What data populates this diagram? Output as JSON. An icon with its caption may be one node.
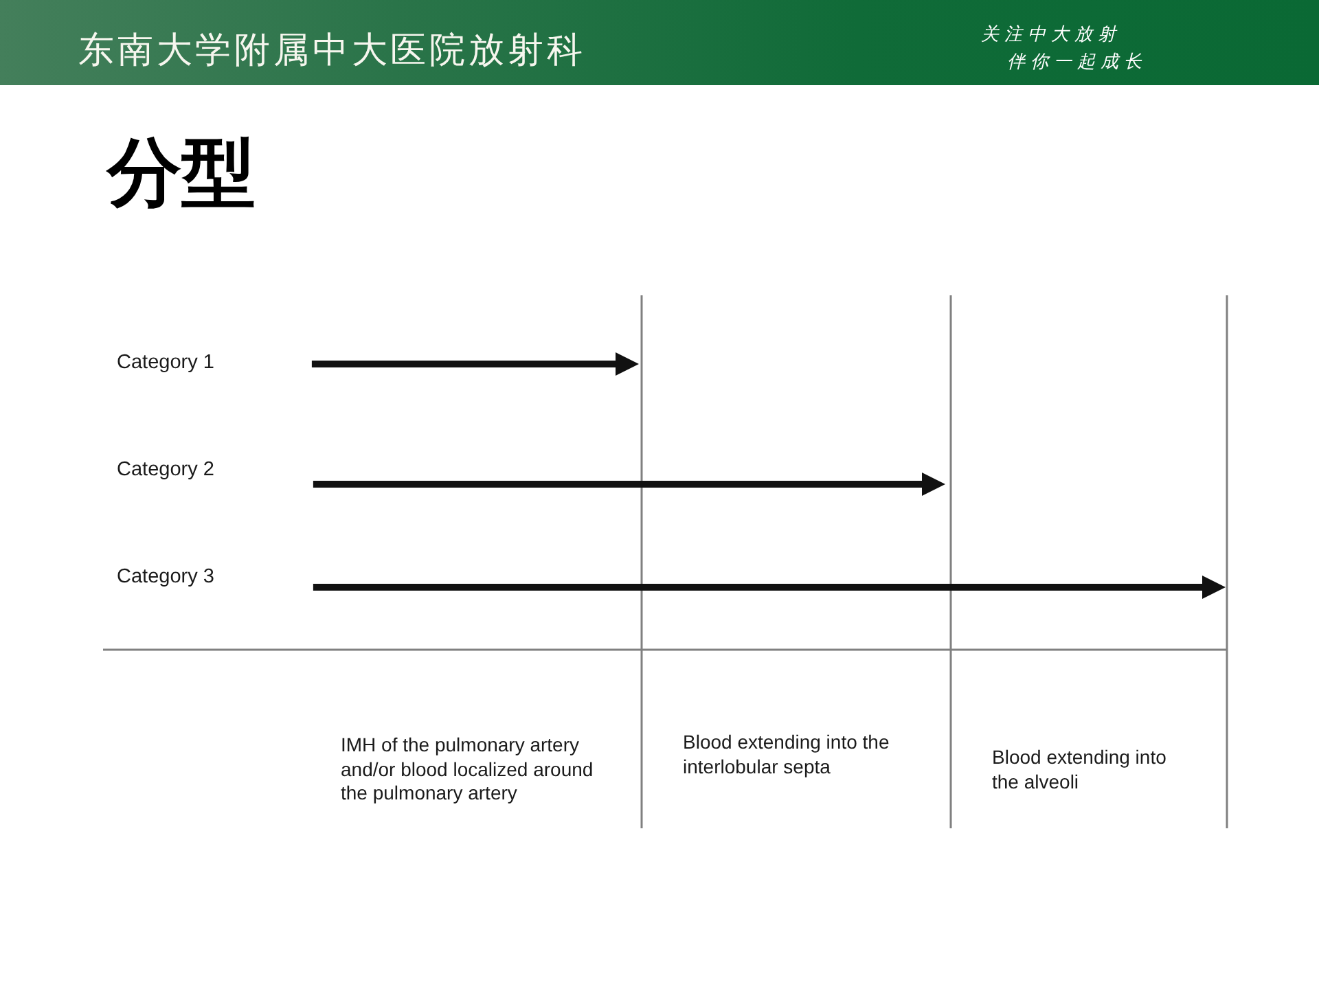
{
  "diagram": {
    "title": "分型",
    "nodes": [
      {
        "text": [
          "Category 1"
        ]
      },
      {
        "text": [
          "Category 2"
        ]
      },
      {
        "text": [
          "Category 3"
        ]
      }
    ],
    "edges": [
      {
        "from": 0,
        "to": null,
        "arrow": "to"
      },
      {
        "from": 1,
        "to": null,
        "arrow": "to"
      },
      {
        "from": 2,
        "to": null,
        "arrow": "to"
      }
    ],
    "labels": [
      "东南大学附属中大医院放射科",
      "关注中大放射",
      "伴你一起成长",
      "IMH of the pulmonary artery and/or blood localized around the pulmonary artery",
      "Blood extending into the interlobular septa",
      "Blood extending into the alveoli"
    ]
  }
}
